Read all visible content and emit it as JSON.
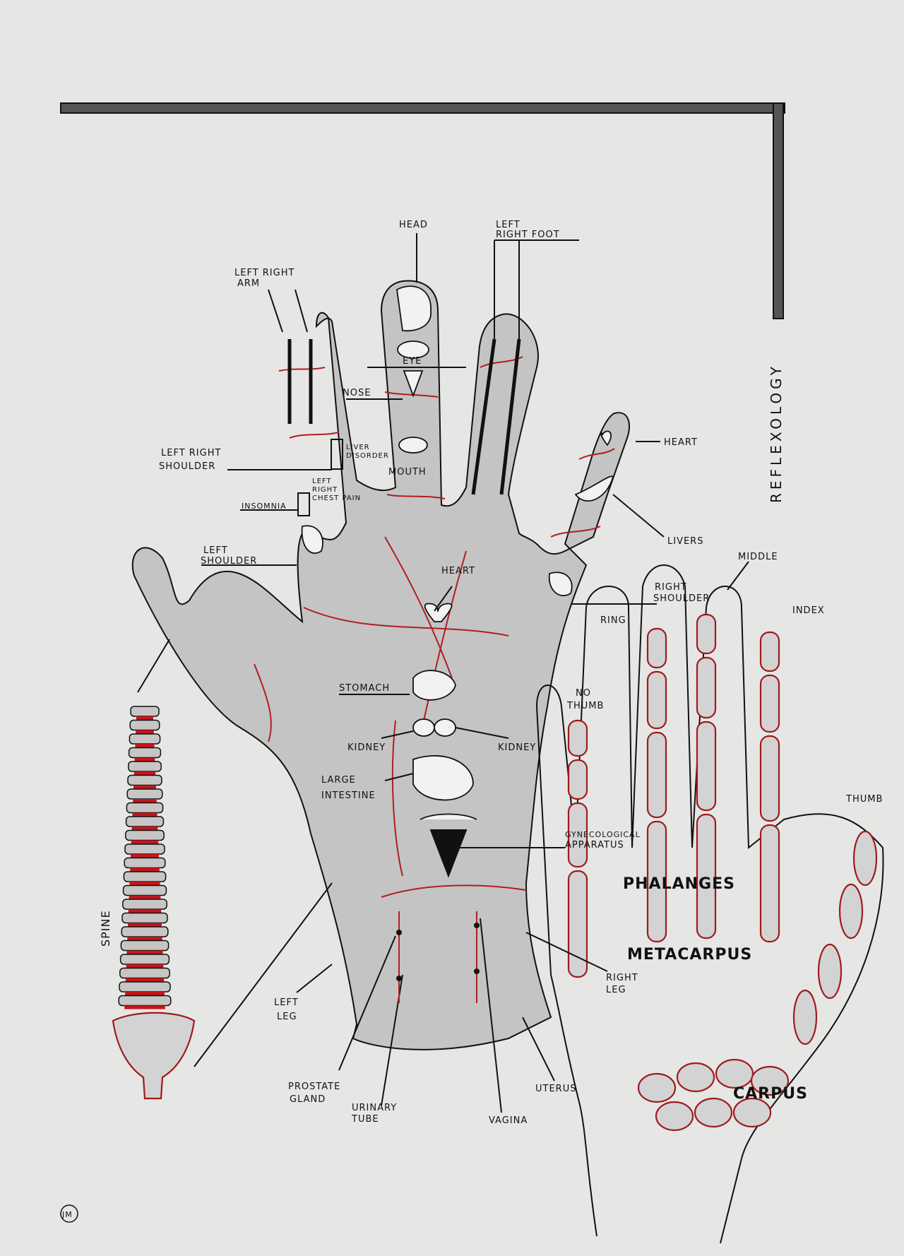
{
  "title": "REFLEXOLOGY",
  "palm_labels": {
    "head": "HEAD",
    "left_right_foot_1": "LEFT",
    "left_right_foot_2": "RIGHT FOOT",
    "left_right_arm_1": "LEFT RIGHT",
    "left_right_arm_2": "ARM",
    "eye": "EYE",
    "nose": "NOSE",
    "mouth": "MOUTH",
    "heart_finger": "HEART",
    "left_right_shoulder_1": "LEFT RIGHT",
    "left_right_shoulder_2": "SHOULDER",
    "liver_disorder_1": "LIVER",
    "liver_disorder_2": "DISORDER",
    "chest_pain_1": "LEFT",
    "chest_pain_2": "RIGHT",
    "chest_pain_3": "CHEST PAIN",
    "insomnia": "INSOMNIA",
    "livers": "LIVERS",
    "left_shoulder_1": "LEFT",
    "left_shoulder_2": "SHOULDER",
    "heart_palm": "HEART",
    "right_shoulder_1": "RIGHT",
    "right_shoulder_2": "SHOULDER",
    "stomach": "STOMACH",
    "kidney_left": "KIDNEY",
    "kidney_right": "KIDNEY",
    "large_intestine_1": "LARGE",
    "large_intestine_2": "INTESTINE",
    "gynecological_1": "GYNECOLOGICAL",
    "gynecological_2": "APPARATUS",
    "left_leg_1": "LEFT",
    "left_leg_2": "LEG",
    "right_leg_1": "RIGHT",
    "right_leg_2": "LEG",
    "prostate_1": "PROSTATE",
    "prostate_2": "GLAND",
    "urinary_1": "URINARY",
    "urinary_2": "TUBE",
    "vagina": "VAGINA",
    "uterus": "UTERUS",
    "spine": "SPINE"
  },
  "skeleton_labels": {
    "middle": "MIDDLE",
    "index": "INDEX",
    "ring": "RING",
    "no_thumb_1": "NO",
    "no_thumb_2": "THUMB",
    "thumb": "THUMB",
    "phalanges": "PHALANGES",
    "metacarpus": "METACARPUS",
    "carpus": "CARPUS"
  },
  "signature": "JM",
  "colors": {
    "paper": "#e6e6e4",
    "pencil_fill": "#c4c4c4",
    "ink": "#111111",
    "red_ink": "#b21e1e"
  }
}
